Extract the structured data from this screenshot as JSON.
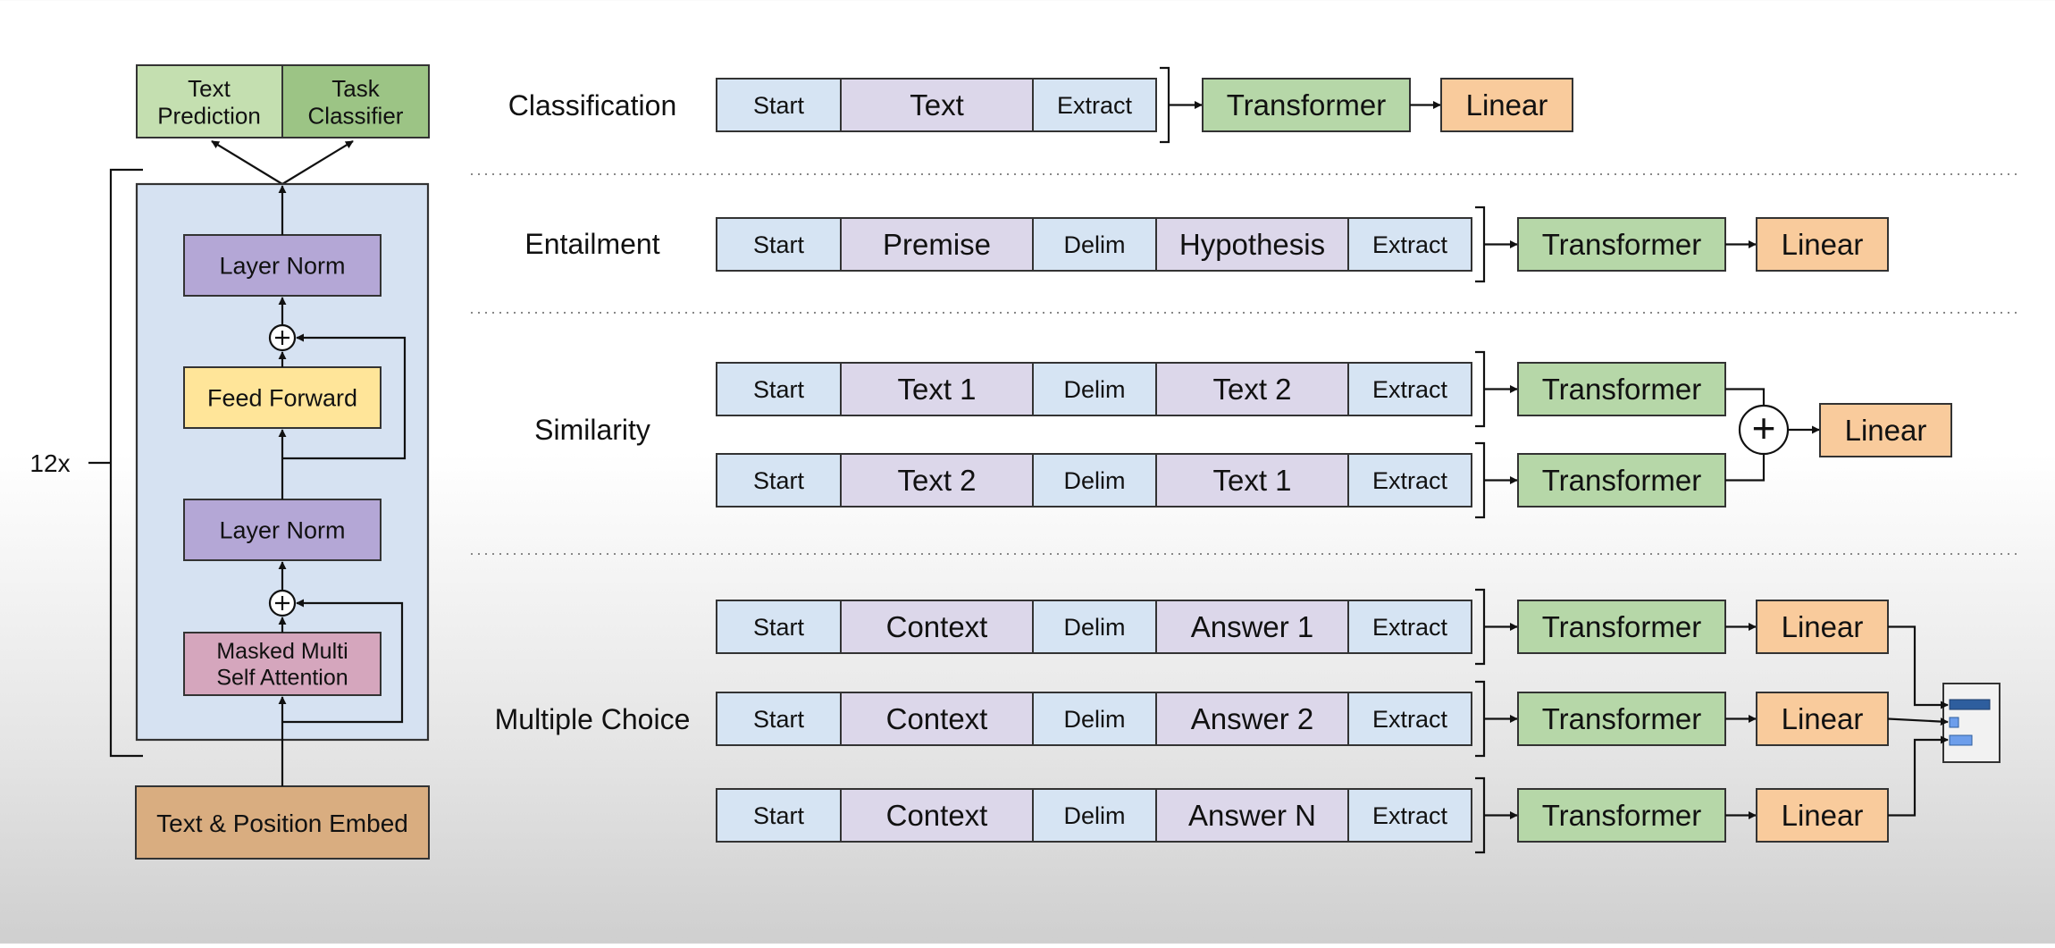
{
  "architecture": {
    "heads": [
      "Text\nPrediction",
      "Task\nClassifier"
    ],
    "repeat": "12x",
    "layer_norm_top": "Layer Norm",
    "feed_forward": "Feed Forward",
    "layer_norm_bottom": "Layer Norm",
    "attention": "Masked Multi\nSelf Attention",
    "embed": "Text & Position Embed"
  },
  "tasks": [
    {
      "name": "Classification",
      "rows": [
        {
          "tokens": [
            "Start",
            "Text",
            "Extract"
          ],
          "transformer": "Transformer",
          "linear": "Linear"
        }
      ]
    },
    {
      "name": "Entailment",
      "rows": [
        {
          "tokens": [
            "Start",
            "Premise",
            "Delim",
            "Hypothesis",
            "Extract"
          ],
          "transformer": "Transformer",
          "linear": "Linear"
        }
      ]
    },
    {
      "name": "Similarity",
      "rows": [
        {
          "tokens": [
            "Start",
            "Text 1",
            "Delim",
            "Text 2",
            "Extract"
          ],
          "transformer": "Transformer"
        },
        {
          "tokens": [
            "Start",
            "Text 2",
            "Delim",
            "Text 1",
            "Extract"
          ],
          "transformer": "Transformer"
        }
      ],
      "plus": "+",
      "linear": "Linear"
    },
    {
      "name": "Multiple Choice",
      "rows": [
        {
          "tokens": [
            "Start",
            "Context",
            "Delim",
            "Answer 1",
            "Extract"
          ],
          "transformer": "Transformer",
          "linear": "Linear"
        },
        {
          "tokens": [
            "Start",
            "Context",
            "Delim",
            "Answer 2",
            "Extract"
          ],
          "transformer": "Transformer",
          "linear": "Linear"
        },
        {
          "tokens": [
            "Start",
            "Context",
            "Delim",
            "Answer N",
            "Extract"
          ],
          "transformer": "Transformer",
          "linear": "Linear"
        }
      ]
    }
  ],
  "colors": {
    "token_blue": "#d6e4f3",
    "token_purple": "#dcd7ea",
    "transformer_green": "#b6d7a8",
    "linear_orange": "#f9cb9c",
    "head_green_light": "#c4dfb0",
    "head_green_dark": "#9cc485",
    "block_bg": "#d6e2f2",
    "layer_norm": "#b4a7d6",
    "feed_forward": "#ffe599",
    "attention": "#d5a6bd",
    "embed": "#d9ad80",
    "softmax_bar": "#2e5e9e",
    "softmax_bar_light": "#6d9eeb",
    "stroke": "#333333"
  }
}
